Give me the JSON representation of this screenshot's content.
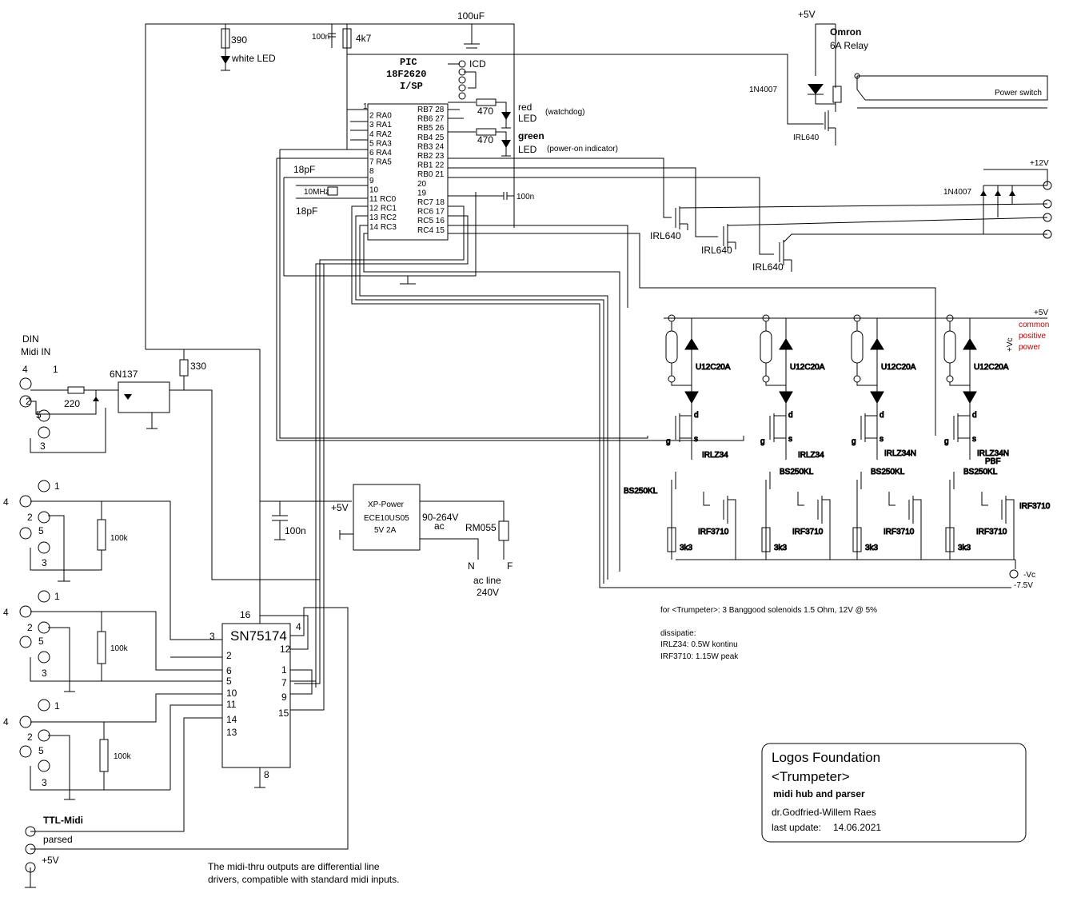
{
  "labels": {
    "cap_100uF": "100uF",
    "v5_top": "+5V",
    "omron": "Omron",
    "relay": "6A Relay",
    "r390": "390",
    "white_led": "white LED",
    "c100n_top": "100n",
    "r4k7": "4k7",
    "pic_name": "PIC",
    "pic_part": "18F2620",
    "pic_pkg": "I/SP",
    "icd": "ICD",
    "r470a": "470",
    "red": "red",
    "led1": "LED",
    "watchdog": "(watchdog)",
    "r470b": "470",
    "green": "green",
    "led2": "LED",
    "power_on": "(power-on indicator)",
    "d1n4007a": "1N4007",
    "power_switch": "Power switch",
    "irl640_relay": "IRL640",
    "v12": "+12V",
    "d1n4007b": "1N4007",
    "c18pf_a": "18pF",
    "xtal": "10MHz",
    "c18pf_b": "18pF",
    "c100n_pic": "100n",
    "irl640_1": "IRL640",
    "irl640_2": "IRL640",
    "irl640_3": "IRL640",
    "v5_rail": "+5V",
    "common1": "common",
    "common2": "positive",
    "common3": "power",
    "vc_plus": "+Vc",
    "din": "DIN",
    "midi_in": "Midi IN",
    "opto": "6N137",
    "r330": "330",
    "r220": "220",
    "xp1": "XP-Power",
    "xp2": "ECE10US05",
    "xp3": "5V 2A",
    "v5_psu": "+5V",
    "c100n_psu": "100n",
    "vac1": "90-264V",
    "vac2": "ac",
    "rm055": "RM055",
    "pin_n": "N",
    "pin_f": "F",
    "acline1": "ac line",
    "acline2": "240V",
    "r100k": "100k",
    "sn": "SN75174",
    "ttl_midi": "TTL-Midi",
    "parsed": "parsed",
    "v5_bottom": "+5V",
    "note1": "The midi-thru outputs are differential line",
    "note2": "drivers, compatible with standard midi inputs.",
    "trumpeter_note": "for <Trumpeter>: 3 Banggood solenoids 1.5 Ohm, 12V @ 5%",
    "dissipatie": "dissipatie:",
    "irlz34_diss": "IRLZ34: 0.5W kontinu",
    "irf3710_diss": "IRF3710: 1.15W peak",
    "u12c20a": "U12C20A",
    "bs250kl": "BS250KL",
    "irf3710": "IRF3710",
    "r3k3": "3k3",
    "irlz34": "IRLZ34",
    "irlz34n": "IRLZ34N",
    "pbf": "PBF",
    "vc_minus": "-Vc",
    "vneg": "-7.5V",
    "pin_g": "g",
    "pin_s": "s",
    "pin_d": "d",
    "title1": "Logos Foundation",
    "title2": "<Trumpeter>",
    "title3": "midi hub and parser",
    "title4": "dr.Godfried-Willem Raes",
    "title5": "last update:",
    "title6": "14.06.2021"
  },
  "pic_left_pins": [
    "1",
    "2 RA0",
    "3 RA1",
    "4 RA2",
    "5 RA3",
    "6 RA4",
    "7 RA5",
    "8",
    "9",
    "10",
    "11 RC0",
    "12 RC1",
    "13 RC2",
    "14 RC3"
  ],
  "pic_right_pins": [
    "RB7 28",
    "RB6 27",
    "RB5 26",
    "RB4 25",
    "RB3 24",
    "RB2 23",
    "RB1 22",
    "RB0 21",
    "20",
    "19",
    "RC7 18",
    "RC6 17",
    "RC5 16",
    "RC4 15"
  ],
  "din_pins": [
    "4",
    "1",
    "2",
    "5",
    "3"
  ],
  "sn_pins": [
    "16",
    "4",
    "3",
    "12",
    "2",
    "1",
    "6",
    "7",
    "5",
    "9",
    "10",
    "11",
    "15",
    "14",
    "13",
    "8"
  ]
}
